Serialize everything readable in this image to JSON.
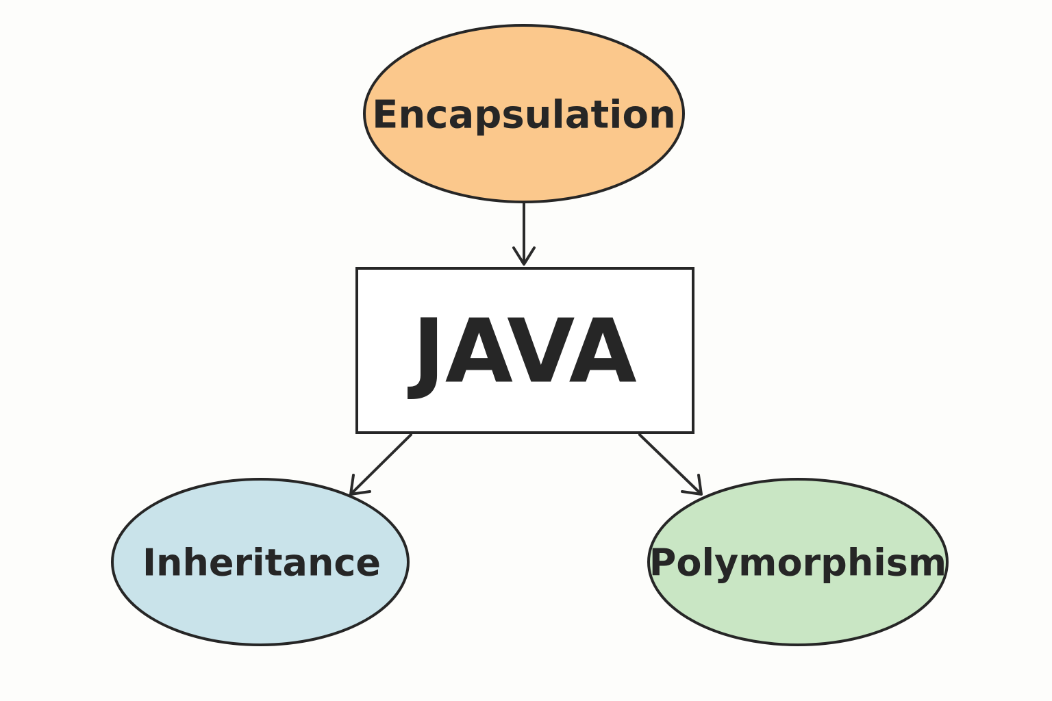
{
  "diagram": {
    "nodes": {
      "encapsulation": {
        "label": "Encapsulation",
        "fill": "#fbc88c"
      },
      "java": {
        "label": "JAVA",
        "fill": "#ffffff"
      },
      "inheritance": {
        "label": "Inheritance",
        "fill": "#c9e3ea"
      },
      "polymorphism": {
        "label": "Polymorphism",
        "fill": "#c9e6c4"
      }
    },
    "edges": [
      {
        "from": "encapsulation",
        "to": "java"
      },
      {
        "from": "java",
        "to": "inheritance"
      },
      {
        "from": "java",
        "to": "polymorphism"
      }
    ]
  }
}
